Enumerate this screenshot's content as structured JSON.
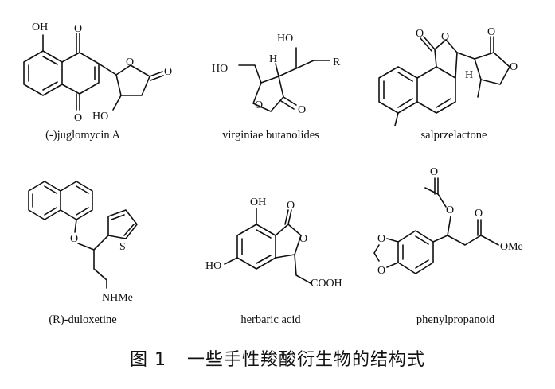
{
  "compounds": [
    {
      "name": "(-)juglomycin A",
      "atoms": {
        "a1": "OH",
        "a2": "O",
        "a3": "O",
        "a4": "O",
        "a5": "O",
        "a6": "HO"
      }
    },
    {
      "name": "virginiae butanolides",
      "atoms": {
        "a1": "HO",
        "a2": "H",
        "a3": "HO",
        "a4": "R",
        "a5": "O",
        "a6": "O"
      }
    },
    {
      "name": "salprzelactone",
      "atoms": {
        "a1": "O",
        "a2": "O",
        "a3": "H",
        "a4": "O",
        "a5": "O"
      }
    },
    {
      "name": "(R)-duloxetine",
      "atoms": {
        "a1": "O",
        "a2": "S",
        "a3": "NHMe"
      }
    },
    {
      "name": "herbaric acid",
      "atoms": {
        "a1": "OH",
        "a2": "O",
        "a3": "O",
        "a4": "HO",
        "a5": "COOH"
      }
    },
    {
      "name": "phenylpropanoid",
      "atoms": {
        "a1": "O",
        "a2": "O",
        "a3": "O",
        "a4": "O",
        "a5": "O",
        "a6": "OMe"
      }
    }
  ],
  "figure": {
    "label": "图 1",
    "title": "一些手性羧酸衍生物的结构式"
  }
}
